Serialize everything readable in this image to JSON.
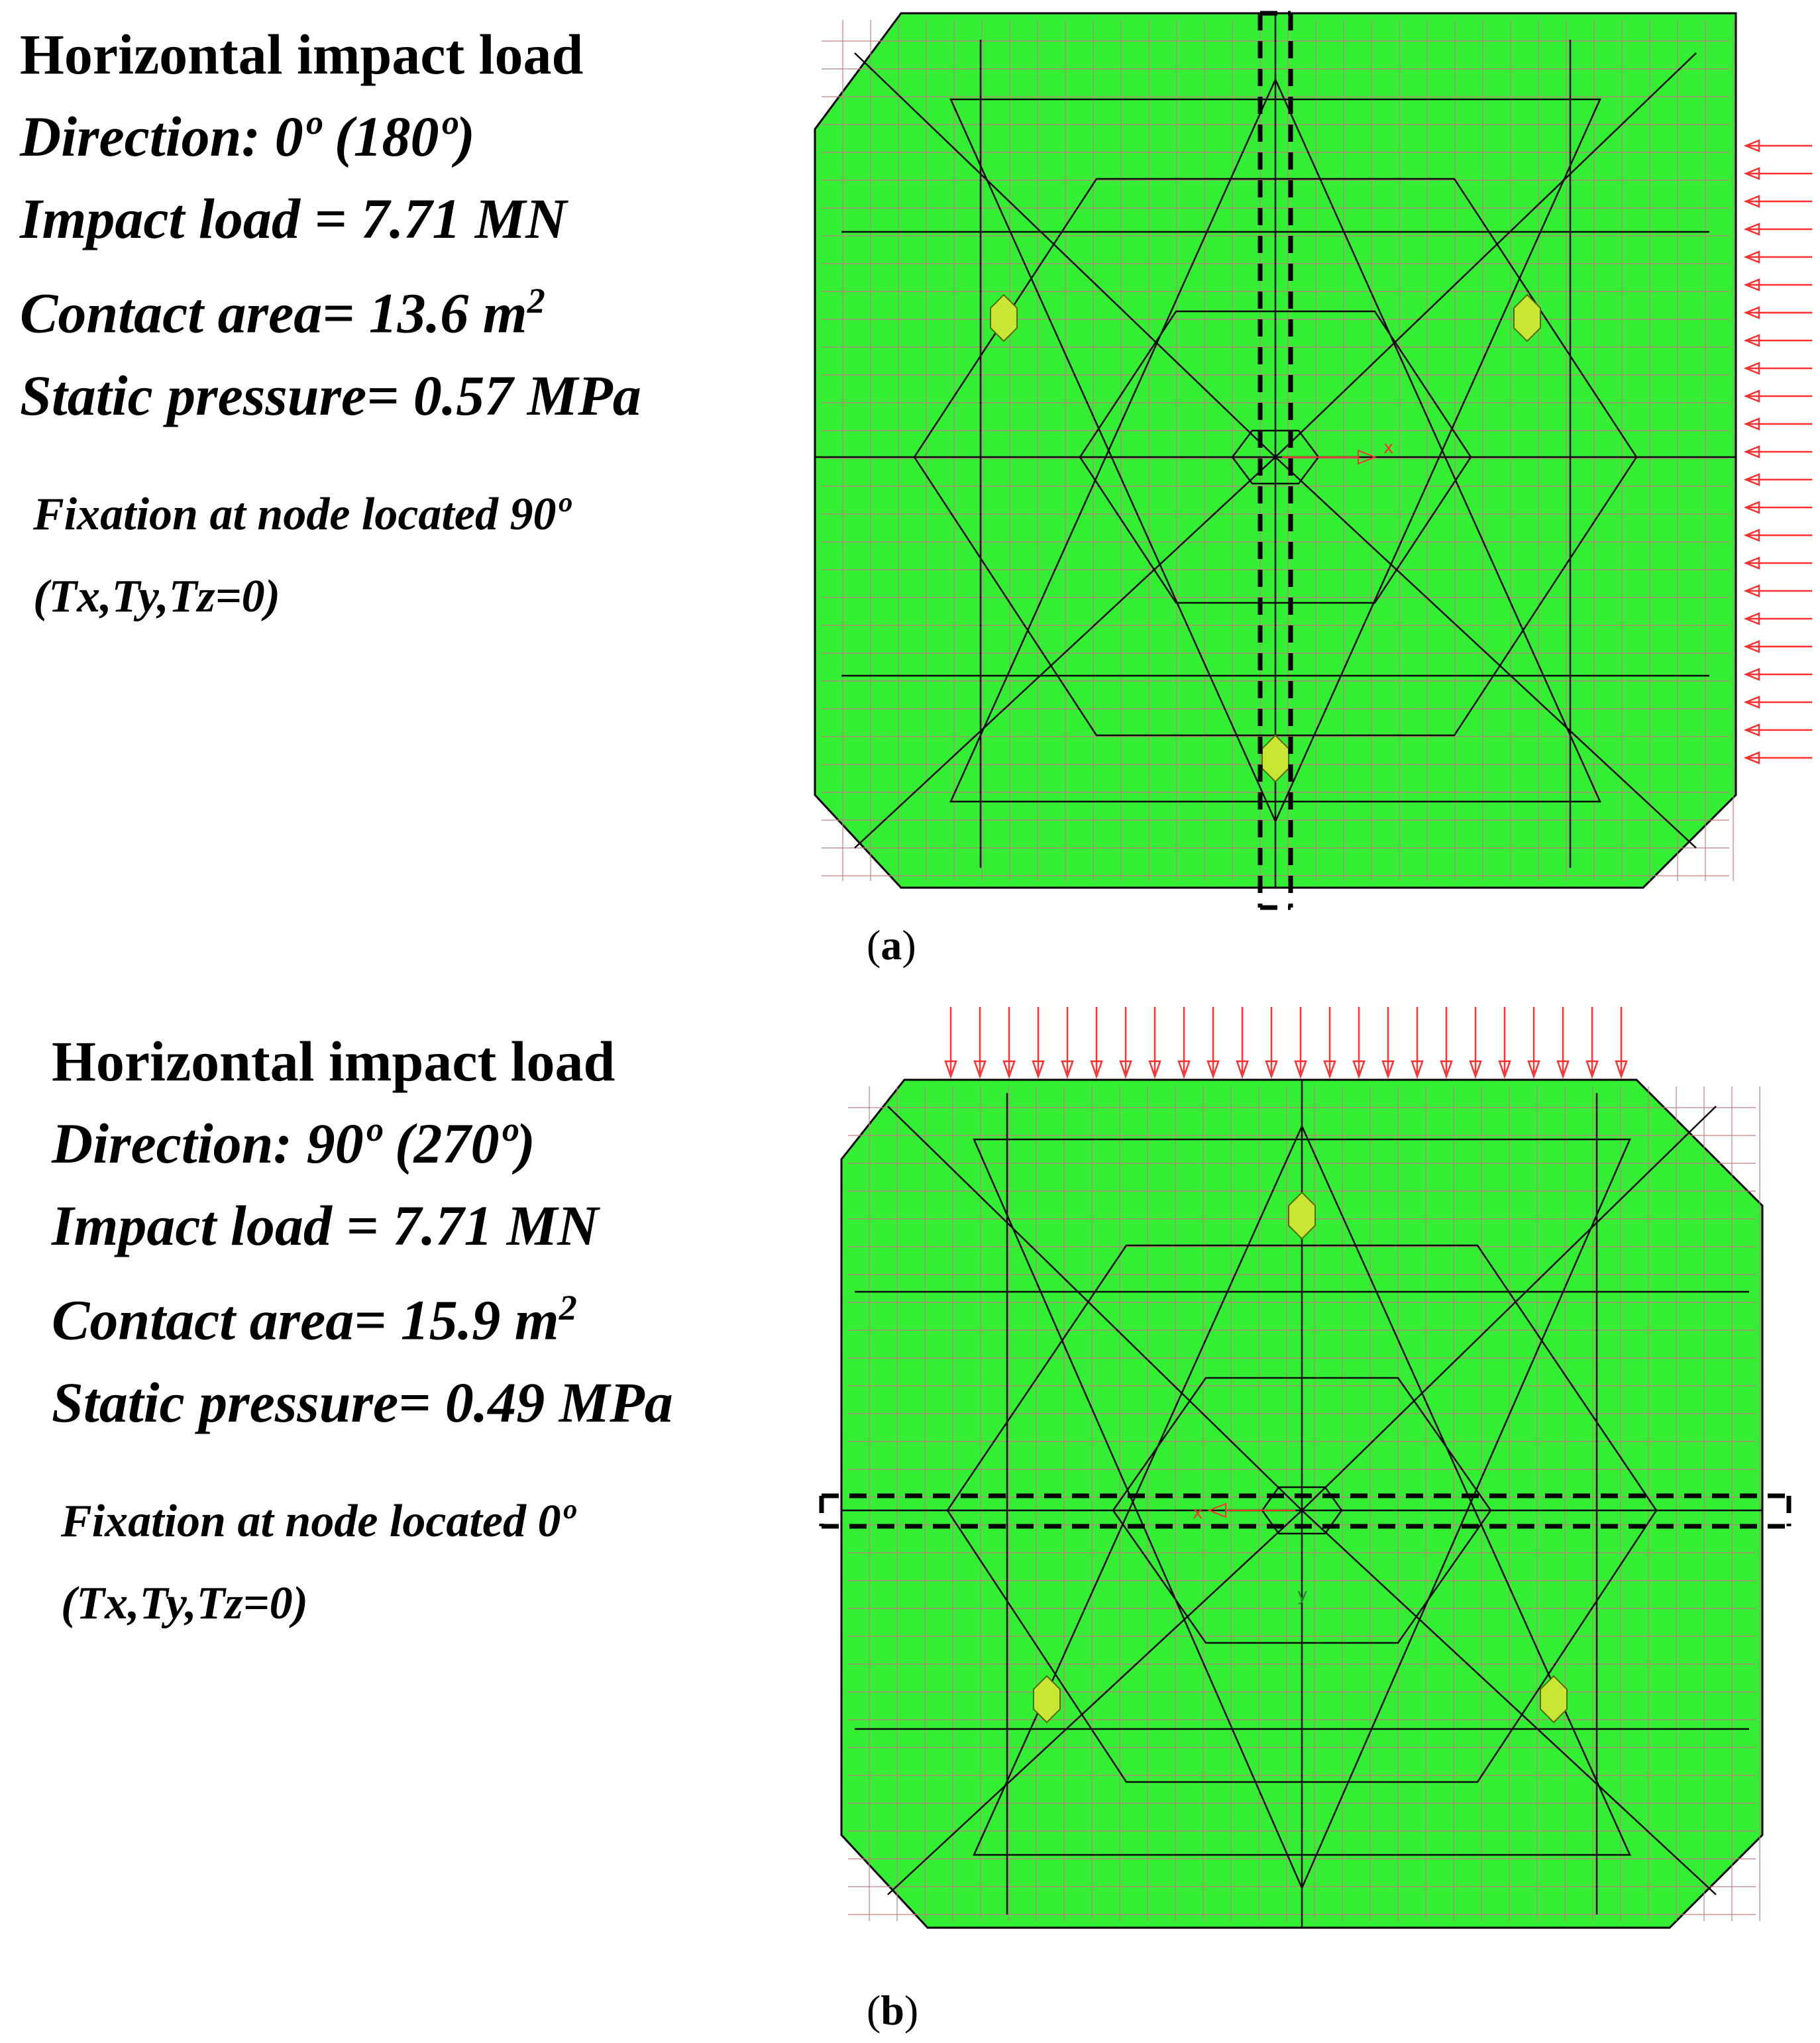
{
  "panels": [
    {
      "id": "a",
      "heading": "Horizontal impact load",
      "direction": "Direction: 0º (180º)",
      "impact_load": "Impact load = 7.71 MN",
      "contact_area_prefix": "Contact area= 13.6 m",
      "contact_area_sup": "2",
      "static_pressure": "Static pressure= 0.57 MPa",
      "fixation_line1": "Fixation at node located 90º",
      "fixation_line2": "(Tx,Ty,Tz=0)",
      "axis_label": "x",
      "caption_open": "(",
      "caption_letter": "a",
      "caption_close": ")",
      "load_side": "right"
    },
    {
      "id": "b",
      "heading": "Horizontal impact load",
      "direction": "Direction: 90º (270º)",
      "impact_load": "Impact load = 7.71 MN",
      "contact_area_prefix": "Contact area= 15.9 m",
      "contact_area_sup": "2",
      "static_pressure": "Static pressure= 0.49 MPa",
      "fixation_line1": "Fixation at node located 0º",
      "fixation_line2": "(Tx,Ty,Tz=0)",
      "axis_label": "x",
      "axis_label_2": "y",
      "caption_open": "(",
      "caption_letter": "b",
      "caption_close": ")",
      "load_side": "top"
    }
  ],
  "colors": {
    "plate_fill": "#33ee33",
    "mesh_line": "#0a0a0a",
    "mesh_grid": "#c08080",
    "load_arrow": "#ff3030",
    "support_node": "#c8e632",
    "dashed_box": "#000000"
  }
}
